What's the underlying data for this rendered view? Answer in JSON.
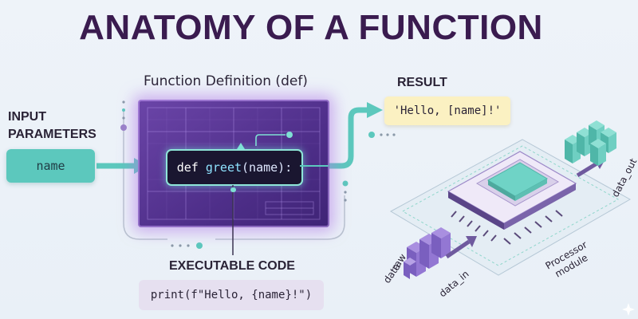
{
  "title": "ANATOMY OF A FUNCTION",
  "definition": {
    "heading": "Function Definition (def)"
  },
  "input": {
    "heading_line1": "INPUT",
    "heading_line2": "PARAMETERS",
    "param": "name"
  },
  "code": {
    "keyword": "def",
    "function": "greet",
    "args": "(name):"
  },
  "result": {
    "heading": "RESULT",
    "value": "'Hello, [name]!'"
  },
  "executable": {
    "heading": "EXECUTABLE CODE",
    "statement": "print(f\"Hello, {name}!\")"
  },
  "processor": {
    "input_label_1": "raw",
    "input_label_2": "data",
    "input_name": "data_in",
    "module_label_1": "Processor",
    "module_label_2": "module",
    "output_name": "data_out"
  },
  "colors": {
    "title": "#3a1b4f",
    "teal": "#5cc8bd",
    "purple": "#5a379a",
    "result": "#fbf1c2",
    "code_bg": "#e6e0f0"
  }
}
